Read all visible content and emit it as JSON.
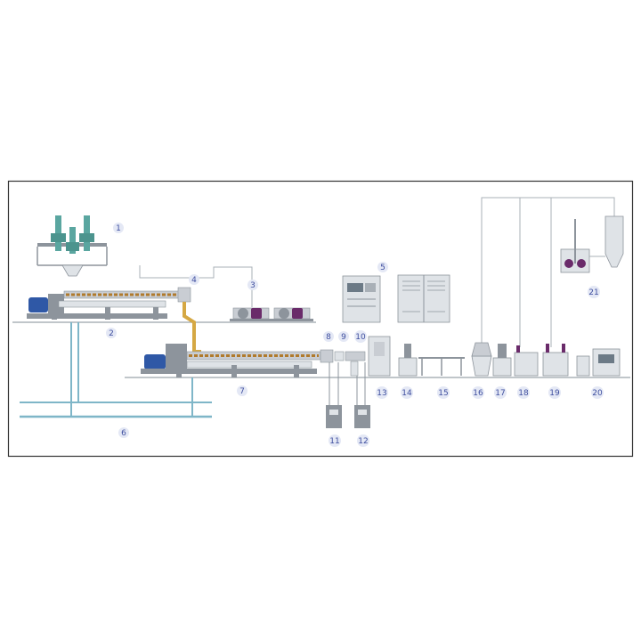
{
  "callouts": [
    {
      "id": "1",
      "text": "1"
    },
    {
      "id": "2",
      "text": "2"
    },
    {
      "id": "3",
      "text": "3"
    },
    {
      "id": "4",
      "text": "4"
    },
    {
      "id": "5",
      "text": "5"
    },
    {
      "id": "6",
      "text": "6"
    },
    {
      "id": "7",
      "text": "7"
    },
    {
      "id": "8",
      "text": "8"
    },
    {
      "id": "9",
      "text": "9"
    },
    {
      "id": "10",
      "text": "10"
    },
    {
      "id": "11",
      "text": "11"
    },
    {
      "id": "12",
      "text": "12"
    },
    {
      "id": "13",
      "text": "13"
    },
    {
      "id": "14",
      "text": "14"
    },
    {
      "id": "15",
      "text": "15"
    },
    {
      "id": "16",
      "text": "16"
    },
    {
      "id": "17",
      "text": "17"
    },
    {
      "id": "18",
      "text": "18"
    },
    {
      "id": "19",
      "text": "19"
    },
    {
      "id": "20",
      "text": "20"
    },
    {
      "id": "21",
      "text": "21"
    }
  ],
  "colors": {
    "frame": "#333333",
    "machine": "#c9cdd3",
    "machine_dark": "#8d949c",
    "motor": "#2f58a6",
    "pipe": "#d5a844",
    "screw": "#b07a2c",
    "hopper": "#5aa6a0",
    "pump": "#6a2b6a",
    "callout_fill": "#e4e8f5",
    "callout_text": "#3f4f9f",
    "underground": "#7fb6c8"
  }
}
